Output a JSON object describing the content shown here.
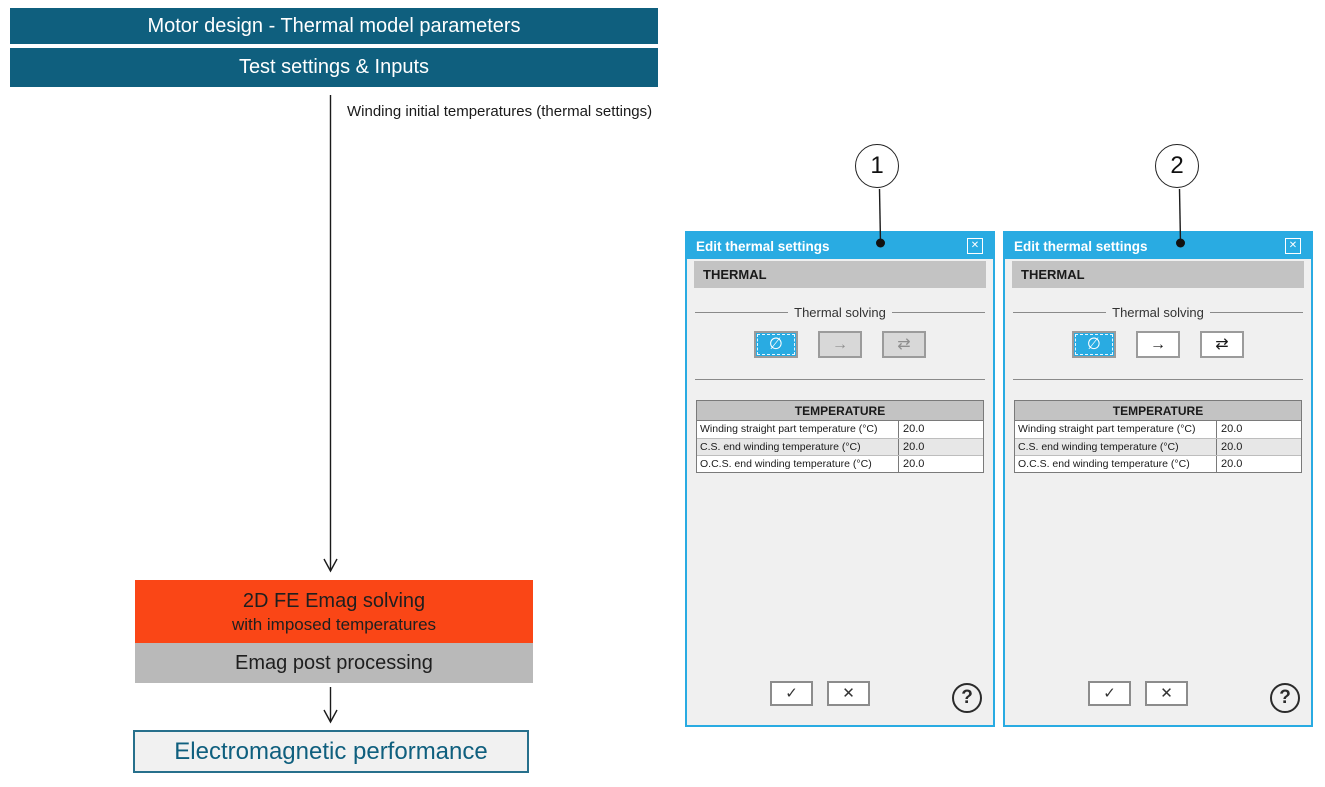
{
  "colors": {
    "teal": "#0f5f7e",
    "cyan": "#29abe2",
    "orange": "#fa4616",
    "gray_box": "#b9b9b9",
    "result_border": "#27708c"
  },
  "flowchart": {
    "banner_top": "Motor design - Thermal model parameters",
    "banner_sub": "Test settings & Inputs",
    "arrow_label": "Winding initial temperatures (thermal settings)",
    "solving_box_line1": "2D FE Emag solving",
    "solving_box_line2": "with imposed temperatures",
    "post_processing_box": "Emag post processing",
    "result_box": "Electromagnetic performance"
  },
  "callouts": [
    {
      "number": "1"
    },
    {
      "number": "2"
    }
  ],
  "dialogs": [
    {
      "title": "Edit thermal settings",
      "close_glyph": "✕",
      "section_header": "THERMAL",
      "group_label": "Thermal solving",
      "solve_buttons": [
        {
          "icon": "no-thermal-solving",
          "glyph": "∅",
          "state": "selected"
        },
        {
          "icon": "one-directional-solving",
          "glyph": "→",
          "state": "disabled"
        },
        {
          "icon": "bi-directional-solving",
          "glyph": "⇄",
          "state": "disabled"
        }
      ],
      "temperature_table": {
        "header": "TEMPERATURE",
        "rows": [
          {
            "label": "Winding straight part temperature (°C)",
            "value": "20.0"
          },
          {
            "label": "C.S. end winding temperature (°C)",
            "value": "20.0"
          },
          {
            "label": "O.C.S. end winding temperature (°C)",
            "value": "20.0"
          }
        ]
      },
      "ok_glyph": "✓",
      "cancel_glyph": "✕",
      "help_glyph": "?"
    },
    {
      "title": "Edit thermal settings",
      "close_glyph": "✕",
      "section_header": "THERMAL",
      "group_label": "Thermal solving",
      "solve_buttons": [
        {
          "icon": "no-thermal-solving",
          "glyph": "∅",
          "state": "selected"
        },
        {
          "icon": "one-directional-solving",
          "glyph": "→",
          "state": "enabled"
        },
        {
          "icon": "bi-directional-solving",
          "glyph": "⇄",
          "state": "enabled"
        }
      ],
      "temperature_table": {
        "header": "TEMPERATURE",
        "rows": [
          {
            "label": "Winding straight part temperature (°C)",
            "value": "20.0"
          },
          {
            "label": "C.S. end winding temperature (°C)",
            "value": "20.0"
          },
          {
            "label": "O.C.S. end winding temperature (°C)",
            "value": "20.0"
          }
        ]
      },
      "ok_glyph": "✓",
      "cancel_glyph": "✕",
      "help_glyph": "?"
    }
  ]
}
